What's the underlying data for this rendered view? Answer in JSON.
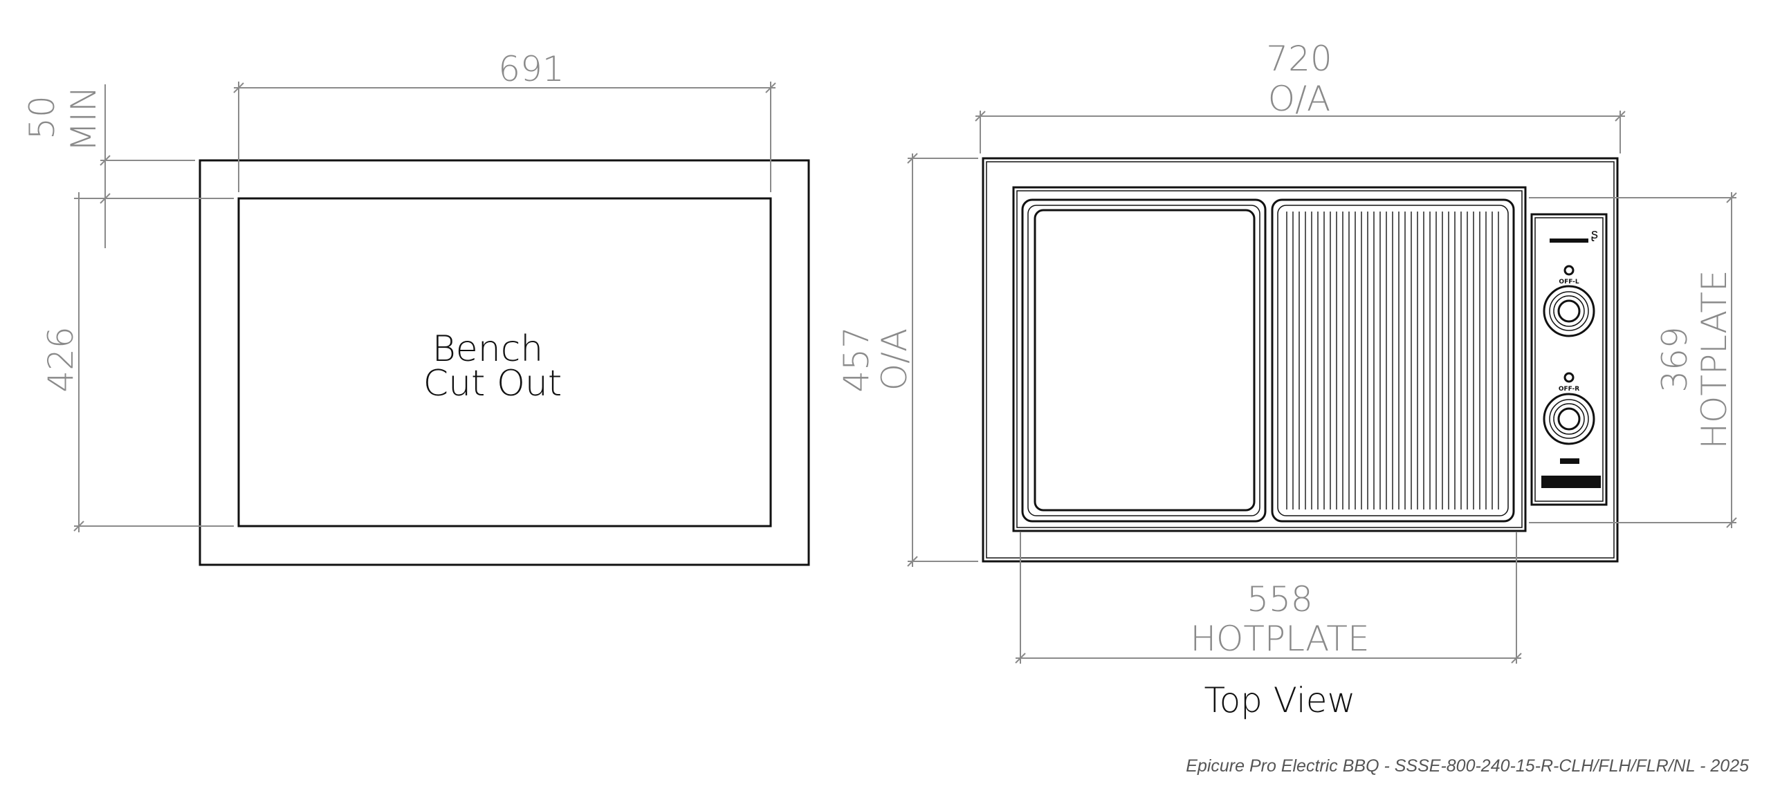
{
  "cutout": {
    "label_line1": "Bench",
    "label_line2": "Cut Out",
    "width_dim": "691",
    "height_dim": "426",
    "gap_dim_value": "50",
    "gap_dim_label": "MIN"
  },
  "top_view": {
    "title": "Top View",
    "width_dim": "720",
    "width_dim_label": "O/A",
    "height_dim": "457",
    "height_dim_label": "O/A",
    "hotplate_height_dim": "369",
    "hotplate_height_label": "HOTPLATE",
    "hotplate_width_dim": "558",
    "hotplate_width_label": "HOTPLATE",
    "control_panel": {
      "left_knob_label": "OFF-L",
      "right_knob_label": "OFF-R"
    }
  },
  "footer": "Epicure Pro Electric BBQ - SSSE-800-240-15-R-CLH/FLH/FLR/NL - 2025"
}
